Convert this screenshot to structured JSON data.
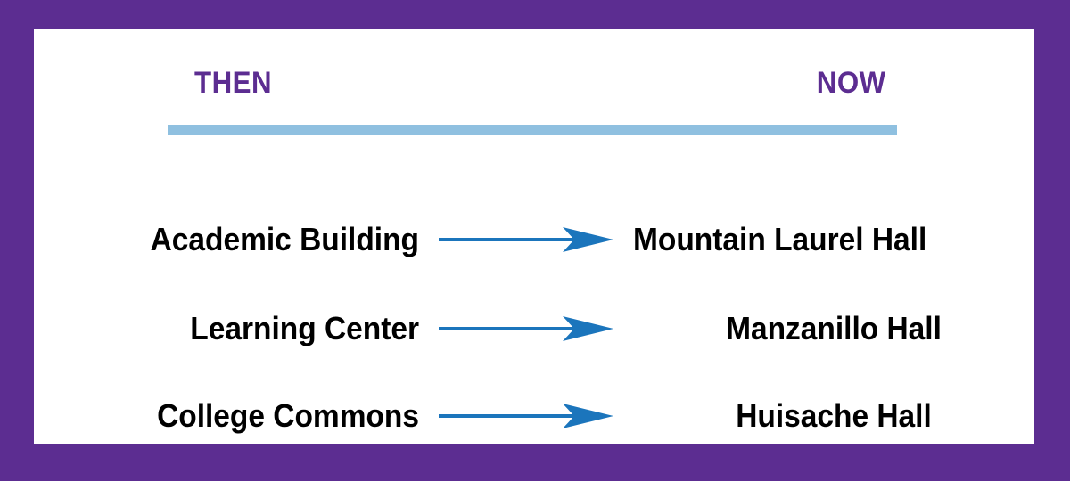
{
  "colors": {
    "border_purple": "#5C2D91",
    "heading_purple": "#5C2D91",
    "divider_blue": "#8FC0E0",
    "arrow_blue": "#1B75BC",
    "text_black": "#000000",
    "card_background": "#FFFFFF"
  },
  "header": {
    "then_label": "THEN",
    "now_label": "NOW"
  },
  "rows": [
    {
      "then": "Academic Building",
      "arrow": "arrow-right-icon",
      "now": "Mountain Laurel Hall"
    },
    {
      "then": "Learning Center",
      "arrow": "arrow-right-icon",
      "now": "Manzanillo Hall"
    },
    {
      "then": "College Commons",
      "arrow": "arrow-right-icon",
      "now": "Huisache Hall"
    }
  ]
}
